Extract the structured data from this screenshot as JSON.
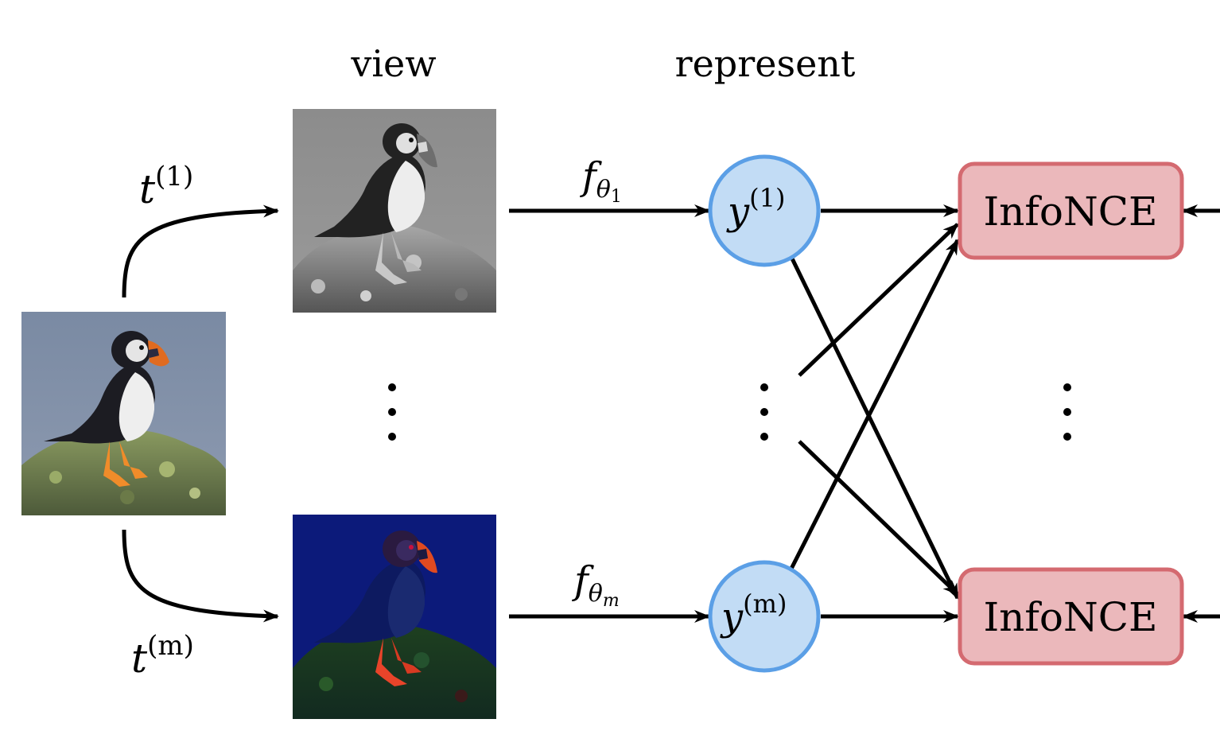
{
  "headers": {
    "view": "view",
    "represent": "represent"
  },
  "transforms": {
    "t1": {
      "base": "t",
      "sup": "(1)"
    },
    "tm": {
      "base": "t",
      "sup": "(m)"
    }
  },
  "encoders": {
    "f1": {
      "base": "f",
      "sub_base": "θ",
      "sub_sub": "1"
    },
    "fm": {
      "base": "f",
      "sub_base": "θ",
      "sub_sub": "m"
    }
  },
  "representations": {
    "y1": {
      "base": "y",
      "sup": "(1)"
    },
    "ym": {
      "base": "y",
      "sup": "(m)"
    }
  },
  "losses": {
    "loss1": "InfoNCE",
    "lossm": "InfoNCE"
  },
  "images": {
    "original": "puffin-photo",
    "view1": "puffin-grayscale-view",
    "viewm": "puffin-color-distorted-view"
  },
  "colors": {
    "node_fill": "#c2dcf5",
    "node_stroke": "#5b9fe6",
    "loss_fill": "#ebb8bb",
    "loss_stroke": "#d46a70",
    "arrow": "#000000"
  }
}
